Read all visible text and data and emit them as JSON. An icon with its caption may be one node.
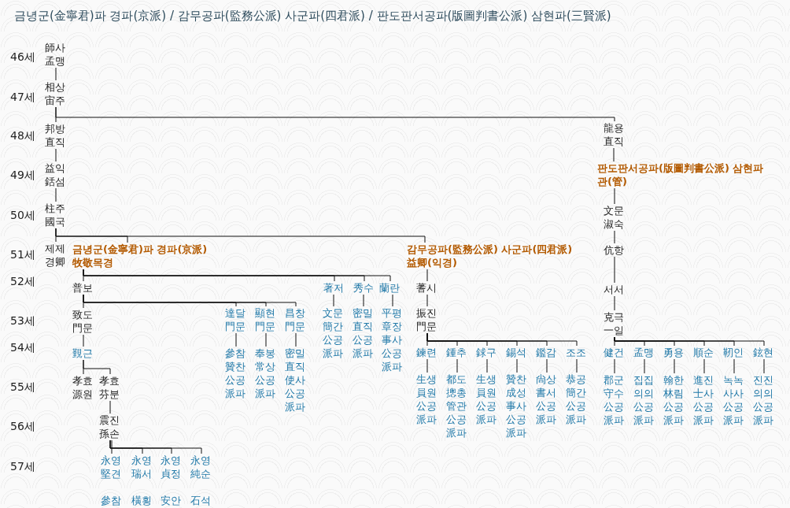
{
  "diagram": {
    "title": "금녕군(金寧君)파 경파(京派) / 감무공파(監務公派) 사군파(四君派) / 판도판서공파(版圖判書公派) 삼현파(三賢派)",
    "nodes": [
      {
        "text": [
          "師사 孟맹"
        ]
      },
      {
        "text": [
          "相상 宙주"
        ]
      },
      {
        "text": [
          "邦방 直직"
        ]
      },
      {
        "text": [
          "益익 銛섬"
        ]
      },
      {
        "text": [
          "柱주 國국"
        ]
      },
      {
        "text": [
          "제제 경卿"
        ]
      },
      {
        "text": [
          "龍용 直직"
        ]
      },
      {
        "text": [
          "판도판서공파(版圖判書公派) 삼현파",
          "관(管)"
        ]
      },
      {
        "text": [
          "文문 淑숙"
        ]
      },
      {
        "text": [
          "伉항"
        ]
      },
      {
        "text": [
          "서서"
        ]
      },
      {
        "text": [
          "克극 一일"
        ]
      },
      {
        "text": [
          "금녕군(金寧君)파 경파(京派)",
          "牧敬목경"
        ]
      },
      {
        "text": [
          "감무공파(監務公派) 사군파(四君派)",
          "益卿(익경)"
        ]
      },
      {
        "text": [
          "普보"
        ]
      },
      {
        "text": [
          "著저"
        ]
      },
      {
        "text": [
          "秀수"
        ]
      },
      {
        "text": [
          "蘭란"
        ]
      },
      {
        "text": [
          "蓍시"
        ]
      },
      {
        "text": [
          "致도 門문"
        ]
      },
      {
        "text": [
          "達달 門문"
        ]
      },
      {
        "text": [
          "顯현 門문"
        ]
      },
      {
        "text": [
          "昌창 門문"
        ]
      },
      {
        "text": [
          "文문 簡간 公공 派파"
        ]
      },
      {
        "text": [
          "密밀 直직 公공 派파"
        ]
      },
      {
        "text": [
          "平평 章장 事사 公공 派파"
        ]
      },
      {
        "text": [
          "振진 門문"
        ]
      },
      {
        "text": [
          "覲근"
        ]
      },
      {
        "text": [
          "參참 贊찬 公공 派파"
        ]
      },
      {
        "text": [
          "奉봉 常상 公공 派파"
        ]
      },
      {
        "text": [
          "密밀 直직 使사 公공 派파"
        ]
      },
      {
        "text": [
          "鍊련"
        ]
      },
      {
        "text": [
          "鍾추"
        ]
      },
      {
        "text": [
          "銶구"
        ]
      },
      {
        "text": [
          "錫석"
        ]
      },
      {
        "text": [
          "鑑감"
        ]
      },
      {
        "text": [
          "조조"
        ]
      },
      {
        "text": [
          "健건"
        ]
      },
      {
        "text": [
          "孟맹"
        ]
      },
      {
        "text": [
          "勇용"
        ]
      },
      {
        "text": [
          "順순"
        ]
      },
      {
        "text": [
          "靭인"
        ]
      },
      {
        "text": [
          "鉉현"
        ]
      },
      {
        "text": [
          "孝효 源원"
        ]
      },
      {
        "text": [
          "孝효 芬분"
        ]
      },
      {
        "text": [
          "生생 員원 公공 派파"
        ]
      },
      {
        "text": [
          "都도 摠총 管관 公공 派파"
        ]
      },
      {
        "text": [
          "生생 員원 公공 派파"
        ]
      },
      {
        "text": [
          "贊찬 成성 事사 公공 派파"
        ]
      },
      {
        "text": [
          "尙상 書서 公공 派파"
        ]
      },
      {
        "text": [
          "恭공 簡간 公공 派파"
        ]
      },
      {
        "text": [
          "郡군 守수 公공 派파"
        ]
      },
      {
        "text": [
          "집집 의의 公공 派파"
        ]
      },
      {
        "text": [
          "翰한 林림 公공 派파"
        ]
      },
      {
        "text": [
          "進진 士사 公공 派파"
        ]
      },
      {
        "text": [
          "녹녹 사사 公공 派파"
        ]
      },
      {
        "text": [
          "진진 의의 公공 派파"
        ]
      },
      {
        "text": [
          "震진 孫손"
        ]
      },
      {
        "text": [
          "永영 堅견",
          "參참"
        ]
      },
      {
        "text": [
          "永영 瑞서",
          "橫횡"
        ]
      },
      {
        "text": [
          "永영 貞정",
          "安안"
        ]
      },
      {
        "text": [
          "永영 純순",
          "石석"
        ]
      }
    ],
    "edges": [
      {
        "from": 0,
        "to": 1,
        "arrow": "none"
      },
      {
        "from": 1,
        "to": 2,
        "arrow": "none"
      },
      {
        "from": 1,
        "to": 6,
        "arrow": "none"
      },
      {
        "from": 2,
        "to": 3,
        "arrow": "none"
      },
      {
        "from": 3,
        "to": 4,
        "arrow": "none"
      },
      {
        "from": 4,
        "to": 5,
        "arrow": "none"
      },
      {
        "from": 4,
        "to": 12,
        "arrow": "none"
      },
      {
        "from": 4,
        "to": 13,
        "arrow": "none"
      },
      {
        "from": 6,
        "to": 7,
        "arrow": "none"
      },
      {
        "from": 7,
        "to": 8,
        "arrow": "none"
      },
      {
        "from": 8,
        "to": 9,
        "arrow": "none"
      },
      {
        "from": 9,
        "to": 10,
        "arrow": "none"
      },
      {
        "from": 10,
        "to": 11,
        "arrow": "none"
      },
      {
        "from": 12,
        "to": 14,
        "arrow": "none"
      },
      {
        "from": 12,
        "to": 15,
        "arrow": "none"
      },
      {
        "from": 12,
        "to": 16,
        "arrow": "none"
      },
      {
        "from": 12,
        "to": 17,
        "arrow": "none"
      },
      {
        "from": 13,
        "to": 18,
        "arrow": "none"
      },
      {
        "from": 14,
        "to": 19,
        "arrow": "none"
      },
      {
        "from": 14,
        "to": 20,
        "arrow": "none"
      },
      {
        "from": 14,
        "to": 21,
        "arrow": "none"
      },
      {
        "from": 14,
        "to": 22,
        "arrow": "none"
      },
      {
        "from": 15,
        "to": 23,
        "arrow": "none"
      },
      {
        "from": 16,
        "to": 24,
        "arrow": "none"
      },
      {
        "from": 17,
        "to": 25,
        "arrow": "none"
      },
      {
        "from": 18,
        "to": 26,
        "arrow": "none"
      },
      {
        "from": 19,
        "to": 27,
        "arrow": "none"
      },
      {
        "from": 20,
        "to": 28,
        "arrow": "none"
      },
      {
        "from": 21,
        "to": 29,
        "arrow": "none"
      },
      {
        "from": 22,
        "to": 30,
        "arrow": "none"
      },
      {
        "from": 26,
        "to": 31,
        "arrow": "none"
      },
      {
        "from": 26,
        "to": 32,
        "arrow": "none"
      },
      {
        "from": 26,
        "to": 33,
        "arrow": "none"
      },
      {
        "from": 26,
        "to": 34,
        "arrow": "none"
      },
      {
        "from": 26,
        "to": 35,
        "arrow": "none"
      },
      {
        "from": 26,
        "to": 36,
        "arrow": "none"
      },
      {
        "from": 11,
        "to": 37,
        "arrow": "none"
      },
      {
        "from": 11,
        "to": 38,
        "arrow": "none"
      },
      {
        "from": 11,
        "to": 39,
        "arrow": "none"
      },
      {
        "from": 11,
        "to": 40,
        "arrow": "none"
      },
      {
        "from": 11,
        "to": 41,
        "arrow": "none"
      },
      {
        "from": 11,
        "to": 42,
        "arrow": "none"
      },
      {
        "from": 27,
        "to": 43,
        "arrow": "none"
      },
      {
        "from": 27,
        "to": 44,
        "arrow": "none"
      },
      {
        "from": 31,
        "to": 45,
        "arrow": "none"
      },
      {
        "from": 32,
        "to": 46,
        "arrow": "none"
      },
      {
        "from": 33,
        "to": 47,
        "arrow": "none"
      },
      {
        "from": 34,
        "to": 48,
        "arrow": "none"
      },
      {
        "from": 35,
        "to": 49,
        "arrow": "none"
      },
      {
        "from": 36,
        "to": 50,
        "arrow": "none"
      },
      {
        "from": 37,
        "to": 51,
        "arrow": "none"
      },
      {
        "from": 38,
        "to": 52,
        "arrow": "none"
      },
      {
        "from": 39,
        "to": 53,
        "arrow": "none"
      },
      {
        "from": 40,
        "to": 54,
        "arrow": "none"
      },
      {
        "from": 41,
        "to": 55,
        "arrow": "none"
      },
      {
        "from": 42,
        "to": 56,
        "arrow": "none"
      },
      {
        "from": 44,
        "to": 57,
        "arrow": "none"
      },
      {
        "from": 57,
        "to": 58,
        "arrow": "none"
      },
      {
        "from": 57,
        "to": 59,
        "arrow": "none"
      },
      {
        "from": 57,
        "to": 60,
        "arrow": "none"
      },
      {
        "from": 57,
        "to": 61,
        "arrow": "none"
      }
    ],
    "labels": [
      "46세",
      "47세",
      "48세",
      "49세",
      "50세",
      "51세",
      "52세",
      "53세",
      "54세",
      "55세",
      "56세",
      "57세"
    ]
  }
}
